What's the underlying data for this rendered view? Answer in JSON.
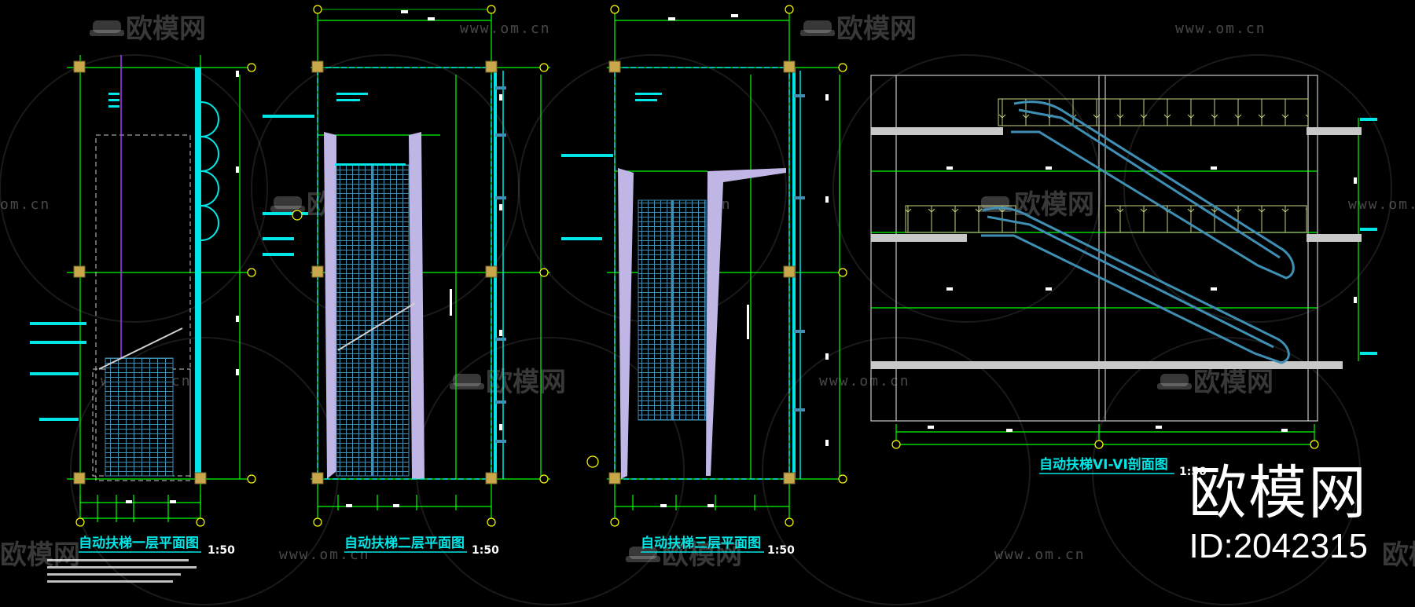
{
  "drawings": [
    {
      "title": "自动扶梯一层平面图",
      "scale": "1:50"
    },
    {
      "title": "自动扶梯二层平面图",
      "scale": "1:50"
    },
    {
      "title": "自动扶梯三层平面图",
      "scale": "1:50"
    },
    {
      "title": "自动扶梯VI-VI剖面图",
      "scale": "1:50"
    }
  ],
  "watermark": {
    "brand": "欧模网",
    "url": "www.om.cn",
    "url_partial": "om.cn",
    "id_label": "ID:2042315"
  },
  "colors": {
    "background": "#000000",
    "axis": "#00ff00",
    "structure": "#00e5e5",
    "escalator": "#3f8fb4",
    "dimension_text": "#ffffff",
    "column": "#c8a84b",
    "wall_fill": "#c0b6e6",
    "handrail": "#a43cff",
    "grid_marker": "#ffff00"
  }
}
